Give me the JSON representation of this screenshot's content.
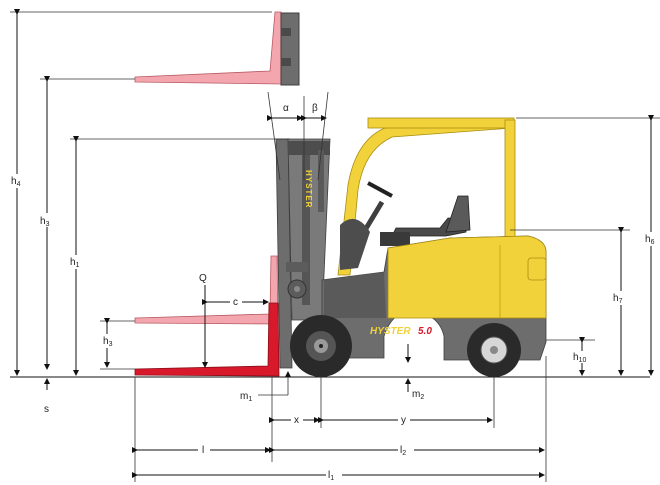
{
  "brand": {
    "mast_text": "HYSTER",
    "body_text": "HYSTER",
    "model_text": "5.0",
    "colors": {
      "yellow": "#f2d23a",
      "yellow_dark": "#d7b420",
      "grey": "#6d6d6d",
      "grey_dark": "#3f3f3f",
      "fork_red": "#d8192b",
      "fork_pink": "#f3a6ae",
      "tire": "#2a2a2a"
    }
  },
  "labels": {
    "h4": {
      "main": "h",
      "sub": "4"
    },
    "h3": {
      "main": "h",
      "sub": "3"
    },
    "h1": {
      "main": "h",
      "sub": "1"
    },
    "h3b": {
      "main": "h",
      "sub": "3"
    },
    "h6": {
      "main": "h",
      "sub": "6"
    },
    "h7": {
      "main": "h",
      "sub": "7"
    },
    "h10": {
      "main": "h",
      "sub": "10"
    },
    "s": {
      "main": "s",
      "sub": ""
    },
    "m1": {
      "main": "m",
      "sub": "1"
    },
    "m2": {
      "main": "m",
      "sub": "2"
    },
    "x": {
      "main": "x",
      "sub": ""
    },
    "y": {
      "main": "y",
      "sub": ""
    },
    "l": {
      "main": "l",
      "sub": ""
    },
    "l2": {
      "main": "l",
      "sub": "2"
    },
    "l1": {
      "main": "l",
      "sub": "1"
    },
    "Q": {
      "main": "Q",
      "sub": ""
    },
    "c": {
      "main": "c",
      "sub": ""
    },
    "alpha": {
      "main": "α",
      "sub": ""
    },
    "beta": {
      "main": "β",
      "sub": ""
    }
  }
}
